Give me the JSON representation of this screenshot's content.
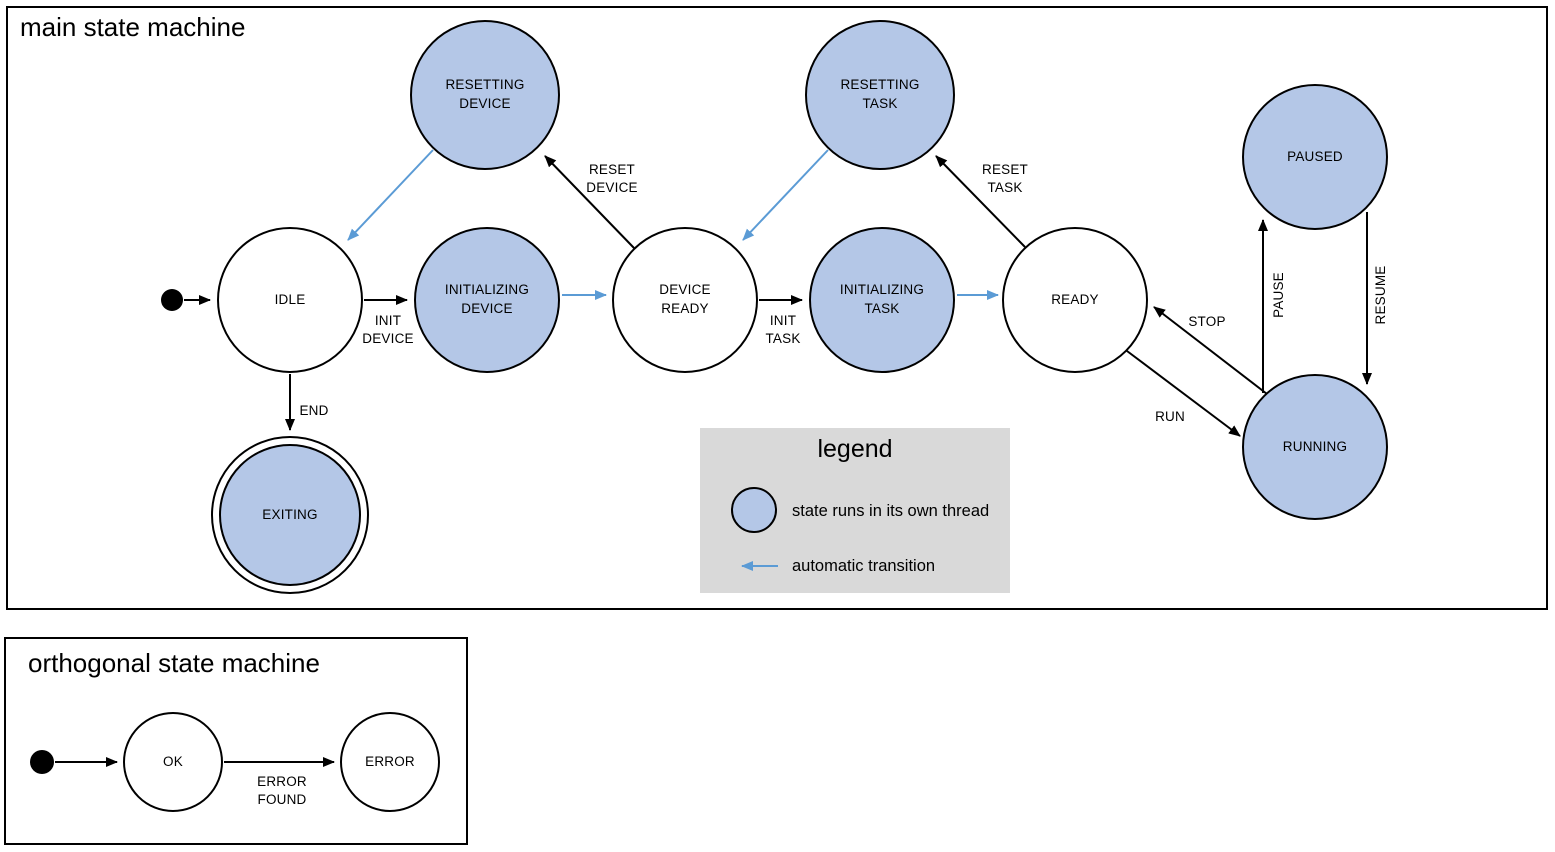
{
  "colors": {
    "threaded_state_fill": "#b4c7e7",
    "automatic_transition_blue": "#5b9bd5",
    "legend_background": "#d9d9d9",
    "stroke": "#000000",
    "page_background": "#ffffff"
  },
  "main": {
    "title": "main state machine",
    "states": {
      "idle": {
        "label": "IDLE",
        "threaded": false
      },
      "resetting_device": {
        "label": "RESETTING\nDEVICE",
        "threaded": true
      },
      "initializing_device": {
        "label": "INITIALIZING\nDEVICE",
        "threaded": true
      },
      "device_ready": {
        "label": "DEVICE\nREADY",
        "threaded": false
      },
      "resetting_task": {
        "label": "RESETTING\nTASK",
        "threaded": true
      },
      "initializing_task": {
        "label": "INITIALIZING\nTASK",
        "threaded": true
      },
      "ready": {
        "label": "READY",
        "threaded": false
      },
      "paused": {
        "label": "PAUSED",
        "threaded": true
      },
      "running": {
        "label": "RUNNING",
        "threaded": true
      },
      "exiting": {
        "label": "EXITING",
        "threaded": true,
        "final_state": true
      }
    },
    "transitions": {
      "init_device": {
        "label": "INIT\nDEVICE",
        "from": "IDLE",
        "to": "INITIALIZING DEVICE"
      },
      "reset_device": {
        "label": "RESET\nDEVICE",
        "from": "DEVICE READY",
        "to": "RESETTING DEVICE"
      },
      "init_task": {
        "label": "INIT\nTASK",
        "from": "DEVICE READY",
        "to": "INITIALIZING TASK"
      },
      "reset_task": {
        "label": "RESET\nTASK",
        "from": "READY",
        "to": "RESETTING TASK"
      },
      "end": {
        "label": "END",
        "from": "IDLE",
        "to": "EXITING"
      },
      "run": {
        "label": "RUN",
        "from": "READY",
        "to": "RUNNING"
      },
      "stop": {
        "label": "STOP",
        "from": "RUNNING",
        "to": "READY"
      },
      "pause": {
        "label": "PAUSE",
        "from": "RUNNING",
        "to": "PAUSED"
      },
      "resume": {
        "label": "RESUME",
        "from": "PAUSED",
        "to": "RUNNING"
      }
    }
  },
  "legend": {
    "title": "legend",
    "thread_item_label": "state runs in its own thread",
    "auto_item_label": "automatic transition"
  },
  "ortho": {
    "title": "orthogonal state machine",
    "states": {
      "ok": {
        "label": "OK"
      },
      "error": {
        "label": "ERROR"
      }
    },
    "transitions": {
      "error_found": {
        "label": "ERROR\nFOUND",
        "from": "OK",
        "to": "ERROR"
      }
    }
  }
}
